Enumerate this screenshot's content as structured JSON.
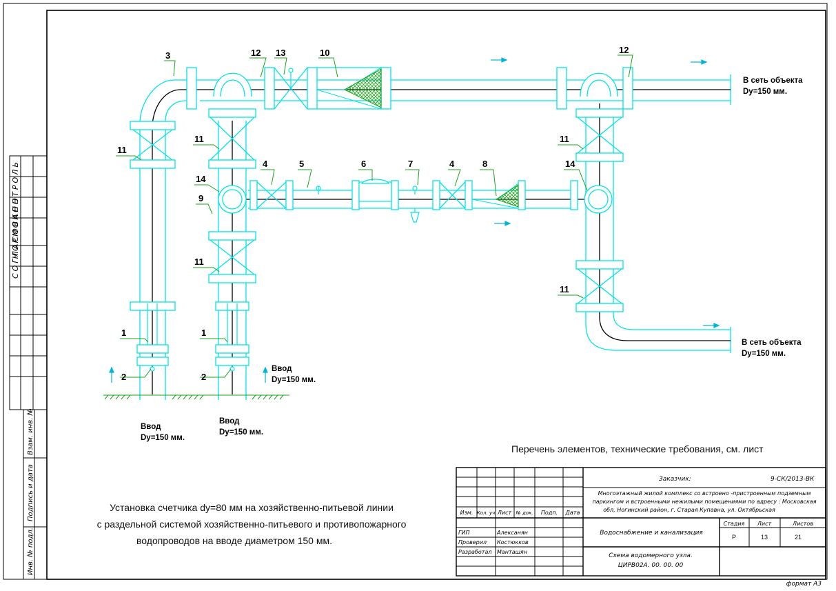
{
  "colors": {
    "pipe": "#00e5e5",
    "axis": "#000000",
    "callout": "#19a319",
    "filter": "#19a319",
    "frame": "#000000"
  },
  "side_stamps": {
    "soglasovano": "СОГЛАСОВАНО",
    "normokontrol": "НОРМОКОНТРОЛЬ",
    "vzam_inv": "Взам. инв. №",
    "podpis_data": "Подпись и дата",
    "inv_podl": "Инв. № подл."
  },
  "callouts": {
    "c3": "3",
    "c12a": "12",
    "c13": "13",
    "c10": "10",
    "c12b": "12",
    "c11a": "11",
    "c11b": "11",
    "c11c": "11",
    "c11d": "11",
    "c11e": "11",
    "c4a": "4",
    "c5": "5",
    "c6": "6",
    "c7": "7",
    "c4b": "4",
    "c8": "8",
    "c14a": "14",
    "c14b": "14",
    "c9": "9",
    "c1a": "1",
    "c1b": "1",
    "c2a": "2",
    "c2b": "2"
  },
  "labels": {
    "net_top_1": "В сеть объекта",
    "net_top_2": "Dy=150 мм.",
    "net_bot_1": "В сеть объекта",
    "net_bot_2": "Dy=150 мм.",
    "vvod_mid_1": "Ввод",
    "vvod_mid_2": "Dy=150 мм.",
    "vvod_left_1": "Ввод",
    "vvod_left_2": "Dy=150 мм.",
    "vvod_center_1": "Ввод",
    "vvod_center_2": "Dy=150 мм."
  },
  "notes": {
    "perechen": "Перечень элементов, технические требования, см. лист",
    "caption_1": "Установка счетчика dy=80 мм  на хозяйственно-питьевой линии",
    "caption_2": "с раздельной  системой хозяйственно-питьевого и противопожарного",
    "caption_3": "водопроводов на вводе диаметром 150 мм."
  },
  "title_block": {
    "hdr_izm": "Изм.",
    "hdr_kol": "Кол. уч",
    "hdr_list": "Лист",
    "hdr_ndok": "№ док.",
    "hdr_podp": "Подп.",
    "hdr_data": "Дата",
    "role_gip": "ГИП",
    "name_gip": "Алексанян",
    "role_prov": "Проверил",
    "name_prov": "Костюкков",
    "role_razr": "Разработал",
    "name_razr": "Манташян",
    "zakazchik": "Заказчик:",
    "code": "9-СК/2013-ВК",
    "object_1": "Многоэтажный жилой комплекс со встроено -пристроенным подземным",
    "object_2": "паркингом и встроенными нежилыми помещениями по адресу : Московская",
    "object_3": "обл, Ногинский район, г. Старая Купавна, ул. Октябрьская",
    "section": "Водоснабжение и канализация",
    "hdr_stadiya": "Стадия",
    "hdr_list2": "Лист",
    "hdr_listov": "Листов",
    "stadiya": "Р",
    "list": "13",
    "listov": "21",
    "scheme_1": "Схема водомерного узла.",
    "scheme_2": "ЦИРВ02А. 00. 00. 00",
    "format": "формат А3"
  }
}
